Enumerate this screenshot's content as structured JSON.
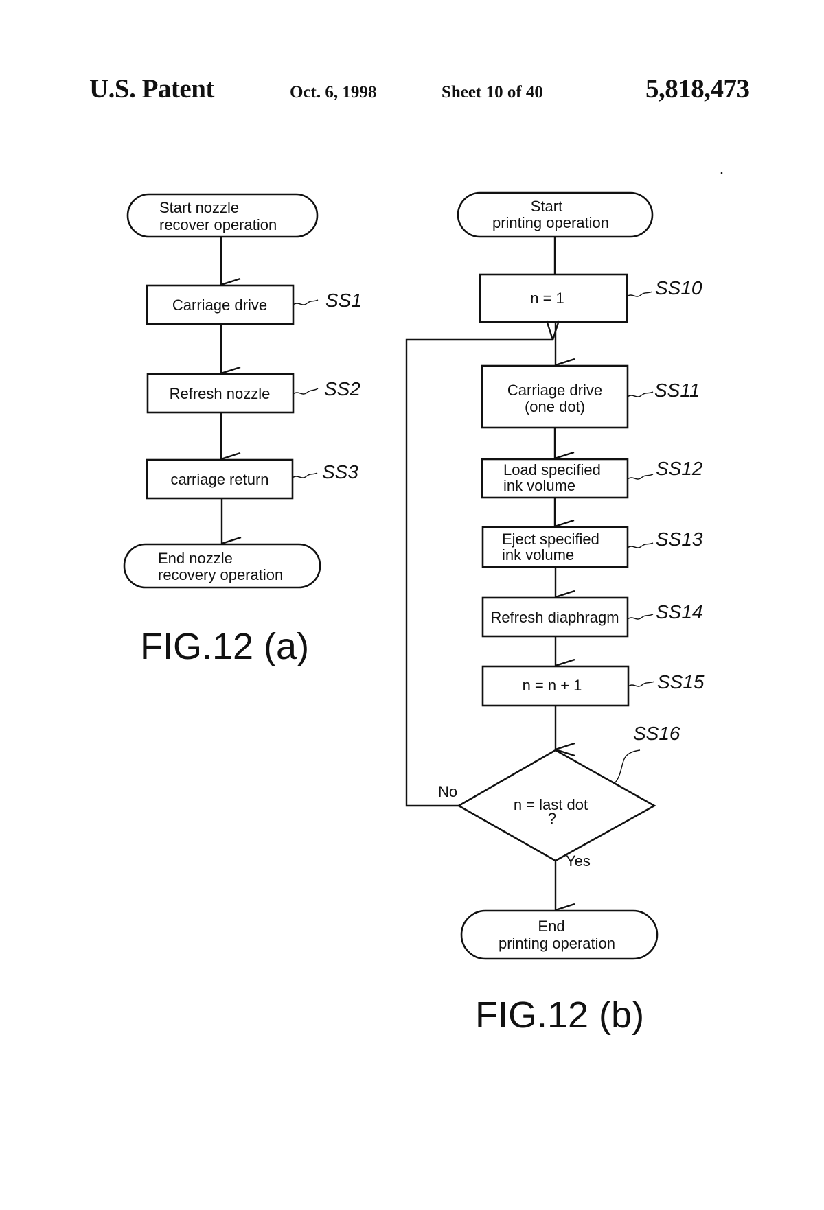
{
  "header": {
    "title": "U.S. Patent",
    "date": "Oct. 6, 1998",
    "sheet": "Sheet 10 of 40",
    "patent_number": "5,818,473"
  },
  "fig_a": {
    "caption": "FIG.12 (a)",
    "start": {
      "line1": "Start nozzle",
      "line2": "recover operation"
    },
    "steps": [
      {
        "label": "Carriage drive",
        "ref": "SS1"
      },
      {
        "label": "Refresh nozzle",
        "ref": "SS2"
      },
      {
        "label": "carriage return",
        "ref": "SS3"
      }
    ],
    "end": {
      "line1": "End nozzle",
      "line2": "recovery operation"
    }
  },
  "fig_b": {
    "caption": "FIG.12 (b)",
    "start": {
      "line1": "Start",
      "line2": "printing operation"
    },
    "steps": [
      {
        "line1": "n = 1",
        "line2": "",
        "ref": "SS10"
      },
      {
        "line1": "Carriage drive",
        "line2": "(one dot)",
        "ref": "SS11"
      },
      {
        "line1": "Load specified",
        "line2": "ink volume",
        "ref": "SS12"
      },
      {
        "line1": "Eject specified",
        "line2": "ink volume",
        "ref": "SS13"
      },
      {
        "line1": "Refresh diaphragm",
        "line2": "",
        "ref": "SS14"
      },
      {
        "line1": "n = n + 1",
        "line2": "",
        "ref": "SS15"
      }
    ],
    "decision": {
      "line1": "n = last dot",
      "line2": "?",
      "ref": "SS16",
      "no_label": "No",
      "yes_label": "Yes"
    },
    "end": {
      "line1": "End",
      "line2": "printing operation"
    }
  }
}
